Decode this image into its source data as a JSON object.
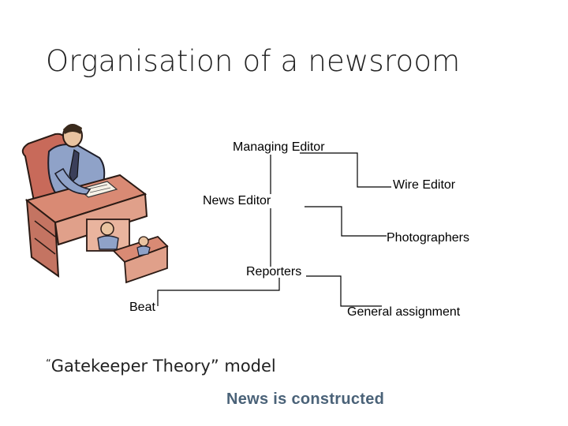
{
  "slide": {
    "title": "Organisation of a newsroom",
    "footer_quote_open": "“",
    "footer_text": "Gatekeeper Theory” model",
    "tagline": "News is constructed"
  },
  "diagram": {
    "nodes": {
      "managing_editor": "Managing Editor",
      "wire_editor": "Wire Editor",
      "news_editor": "News Editor",
      "photographers": "Photographers",
      "reporters": "Reporters",
      "beat": "Beat",
      "general_assignment": "General assignment"
    },
    "edges": [
      {
        "from": "managing_editor",
        "to": "wire_editor"
      },
      {
        "from": "managing_editor",
        "to": "news_editor"
      },
      {
        "from": "news_editor",
        "to": "photographers"
      },
      {
        "from": "news_editor",
        "to": "reporters"
      },
      {
        "from": "reporters",
        "to": "beat"
      },
      {
        "from": "reporters",
        "to": "general_assignment"
      }
    ]
  },
  "colors": {
    "tagline": "#4a6278",
    "connector": "#000000"
  },
  "illustration": {
    "icon": "editor-at-desk-clipart"
  }
}
